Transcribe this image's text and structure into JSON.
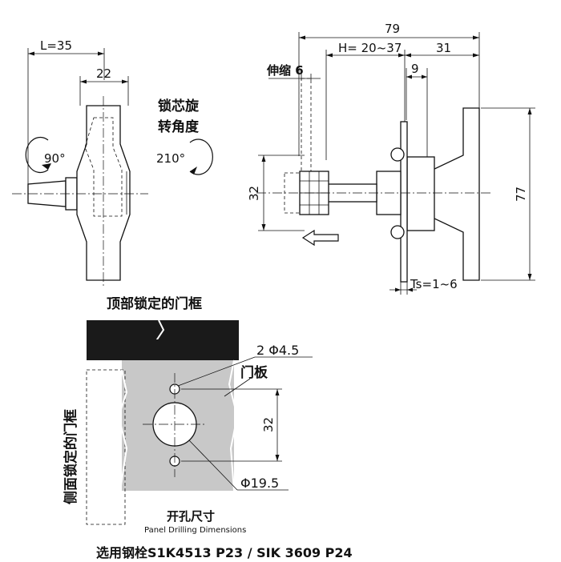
{
  "left_view": {
    "dim_L": "L=35",
    "dim_22": "22",
    "rotate_title_line1": "锁芯旋",
    "rotate_title_line2": "转角度",
    "angle_90": "90°",
    "angle_210": "210°"
  },
  "right_view": {
    "dim_79": "79",
    "dim_H": "H= 20~37",
    "dim_31": "31",
    "extend_label": "伸缩 6",
    "dim_9": "9",
    "dim_32": "32",
    "dim_77": "77",
    "dim_Ts": "Ts=1~6"
  },
  "drilling": {
    "top_frame_label": "顶部锁定的门框",
    "side_frame_label": "侧面锁定的门框",
    "panel_label": "门板",
    "holes_label": "2 Φ4.5",
    "dim_32": "32",
    "big_hole_label": "Φ19.5",
    "title_cn": "开孔尺寸",
    "title_en": "Panel Drilling Dimensions"
  },
  "footer": "选用钢栓S1K4513 P23 / SIK 3609 P24",
  "colors": {
    "ink": "#111111",
    "panel": "#c8c8c8",
    "frame": "#1a1a1a"
  }
}
